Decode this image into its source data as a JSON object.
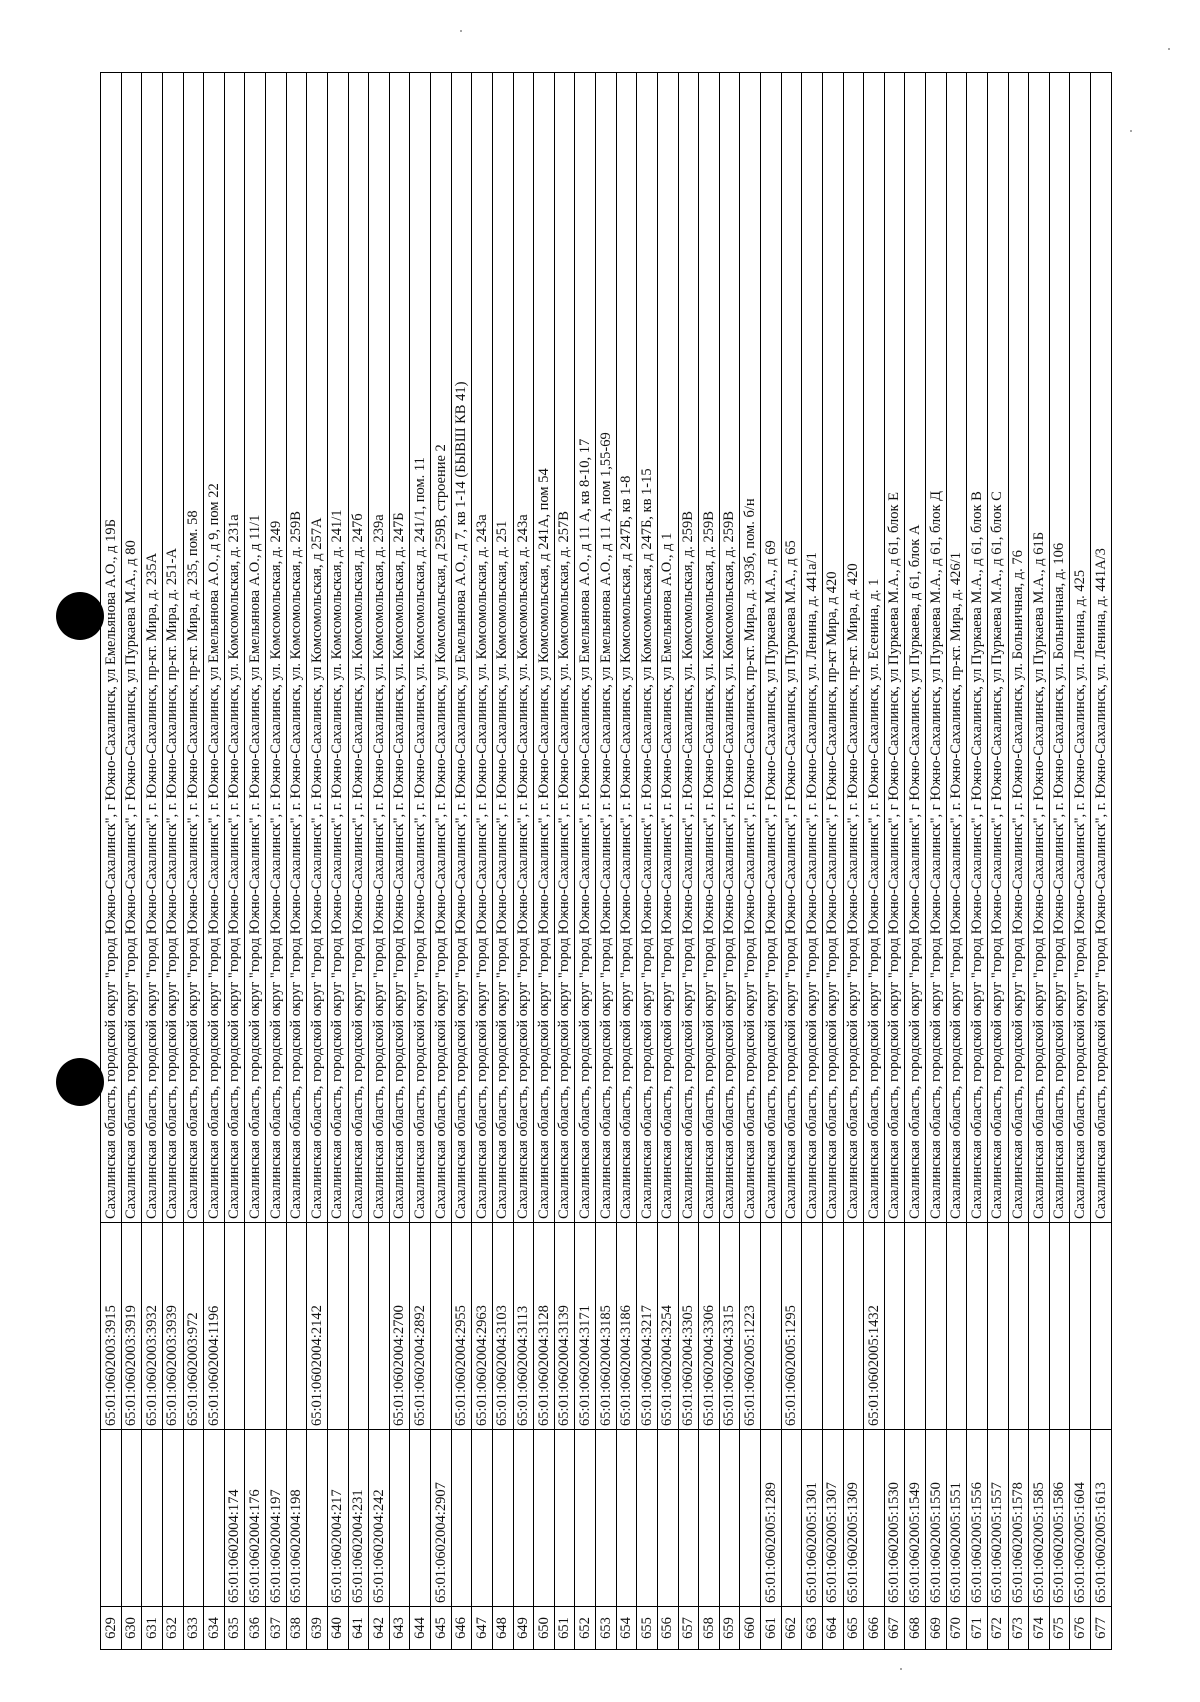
{
  "colors": {
    "ink": "#111111",
    "paper": "#ffffff",
    "hole": "#000000"
  },
  "rows": [
    {
      "num": "629",
      "code1": "",
      "code2": "65:01:0602003:3915",
      "address": "Сахалинская область, городской округ \"город Южно-Сахалинск\", г Южно-Сахалинск, ул Емельянова А.О., д 19Б"
    },
    {
      "num": "630",
      "code1": "",
      "code2": "65:01:0602003:3919",
      "address": "Сахалинская область, городской округ \"город Южно-Сахалинск\", г Южно-Сахалинск, ул Пуркаева М.А., д 80"
    },
    {
      "num": "631",
      "code1": "",
      "code2": "65:01:0602003:3932",
      "address": "Сахалинская область, городской округ \"город Южно-Сахалинск\", г. Южно-Сахалинск, пр-кт. Мира, д. 235А"
    },
    {
      "num": "632",
      "code1": "",
      "code2": "65:01:0602003:3939",
      "address": "Сахалинская область, городской округ \"город Южно-Сахалинск\", г. Южно-Сахалинск, пр-кт. Мира, д. 251-А"
    },
    {
      "num": "633",
      "code1": "",
      "code2": "65:01:0602003:972",
      "address": "Сахалинская область, городской округ \"город Южно-Сахалинск\", г. Южно-Сахалинск, пр-кт. Мира, д. 235, пом. 58"
    },
    {
      "num": "634",
      "code1": "",
      "code2": "65:01:0602004:1196",
      "address": "Сахалинская область, городской округ \"город Южно-Сахалинск\", г. Южно-Сахалинск, ул Емельянова А.О., д 9, пом 22"
    },
    {
      "num": "635",
      "code1": "65:01:0602004:174",
      "code2": "",
      "address": "Сахалинская область, городской округ \"город Южно-Сахалинск\", г. Южно-Сахалинск, ул. Комсомольская, д. 231а"
    },
    {
      "num": "636",
      "code1": "65:01:0602004:176",
      "code2": "",
      "address": "Сахалинская область, городской округ \"город Южно-Сахалинск\", г. Южно-Сахалинск, ул Емельянова А.О., д 11/1"
    },
    {
      "num": "637",
      "code1": "65:01:0602004:197",
      "code2": "",
      "address": "Сахалинская область, городской округ \"город Южно-Сахалинск\", г. Южно-Сахалинск, ул. Комсомольская, д. 249"
    },
    {
      "num": "638",
      "code1": "65:01:0602004:198",
      "code2": "",
      "address": "Сахалинская область, городской округ \"город Южно-Сахалинск\", г. Южно-Сахалинск, ул. Комсомольская, д. 259В"
    },
    {
      "num": "639",
      "code1": "",
      "code2": "65:01:0602004:2142",
      "address": "Сахалинская область, городской округ \"город Южно-Сахалинск\", г. Южно-Сахалинск, ул Комсомольская, д 257А"
    },
    {
      "num": "640",
      "code1": "65:01:0602004:217",
      "code2": "",
      "address": "Сахалинская область, городской округ \"город Южно-Сахалинск\", г. Южно-Сахалинск, ул. Комсомольская, д. 241/1"
    },
    {
      "num": "641",
      "code1": "65:01:0602004:231",
      "code2": "",
      "address": "Сахалинская область, городской округ \"город Южно-Сахалинск\", г. Южно-Сахалинск, ул. Комсомольская, д. 247б"
    },
    {
      "num": "642",
      "code1": "65:01:0602004:242",
      "code2": "",
      "address": "Сахалинская область, городской округ \"город Южно-Сахалинск\", г. Южно-Сахалинск, ул. Комсомольская, д. 239а"
    },
    {
      "num": "643",
      "code1": "",
      "code2": "65:01:0602004:2700",
      "address": "Сахалинская область, городской округ \"город Южно-Сахалинск\", г. Южно-Сахалинск, ул. Комсомольская, д. 247Б"
    },
    {
      "num": "644",
      "code1": "",
      "code2": "65:01:0602004:2892",
      "address": "Сахалинская область, городской округ \"город Южно-Сахалинск\", г. Южно-Сахалинск, ул. Комсомольская, д. 241/1, пом. 11"
    },
    {
      "num": "645",
      "code1": "65:01:0602004:2907",
      "code2": "",
      "address": "Сахалинская область, городской округ \"город Южно-Сахалинск\", г. Южно-Сахалинск, ул Комсомольская, д 259В, строение 2"
    },
    {
      "num": "646",
      "code1": "",
      "code2": "65:01:0602004:2955",
      "address": "Сахалинская область, городской округ \"город Южно-Сахалинск\", г. Южно-Сахалинск, ул Емельянова А.О., д 7, кв 1-14 (БЫВШ КВ 41)"
    },
    {
      "num": "647",
      "code1": "",
      "code2": "65:01:0602004:2963",
      "address": "Сахалинская область, городской округ \"город Южно-Сахалинск\", г. Южно-Сахалинск, ул. Комсомольская, д. 243а"
    },
    {
      "num": "648",
      "code1": "",
      "code2": "65:01:0602004:3103",
      "address": "Сахалинская область, городской округ \"город Южно-Сахалинск\", г. Южно-Сахалинск, ул. Комсомольская, д. 251"
    },
    {
      "num": "649",
      "code1": "",
      "code2": "65:01:0602004:3113",
      "address": "Сахалинская область, городской округ \"город Южно-Сахалинск\", г. Южно-Сахалинск, ул. Комсомольская, д. 243а"
    },
    {
      "num": "650",
      "code1": "",
      "code2": "65:01:0602004:3128",
      "address": "Сахалинская область, городской округ \"город Южно-Сахалинск\", г. Южно-Сахалинск, ул Комсомольская, д 241А, пом 54"
    },
    {
      "num": "651",
      "code1": "",
      "code2": "65:01:0602004:3139",
      "address": "Сахалинская область, городской округ \"город Южно-Сахалинск\", г. Южно-Сахалинск, ул. Комсомольская, д. 257В"
    },
    {
      "num": "652",
      "code1": "",
      "code2": "65:01:0602004:3171",
      "address": "Сахалинская область, городской округ \"город Южно-Сахалинск\", г. Южно-Сахалинск, ул Емельянова А.О., д 11 А, кв 8-10, 17"
    },
    {
      "num": "653",
      "code1": "",
      "code2": "65:01:0602004:3185",
      "address": "Сахалинская область, городской округ \"город Южно-Сахалинск\", г. Южно-Сахалинск, ул Емельянова А.О., д 11 А, пом 1,55-69"
    },
    {
      "num": "654",
      "code1": "",
      "code2": "65:01:0602004:3186",
      "address": "Сахалинская область, городской округ \"город Южно-Сахалинск\", г. Южно-Сахалинск, ул Комсомольская, д 247Б, кв 1-8"
    },
    {
      "num": "655",
      "code1": "",
      "code2": "65:01:0602004:3217",
      "address": "Сахалинская область, городской округ \"город Южно-Сахалинск\", г. Южно-Сахалинск, ул Комсомольская, д 247Б, кв 1-15"
    },
    {
      "num": "656",
      "code1": "",
      "code2": "65:01:0602004:3254",
      "address": "Сахалинская область, городской округ \"город Южно-Сахалинск\", г. Южно-Сахалинск, ул Емельянова А.О., д 1"
    },
    {
      "num": "657",
      "code1": "",
      "code2": "65:01:0602004:3305",
      "address": "Сахалинская область, городской округ \"город Южно-Сахалинск\", г. Южно-Сахалинск, ул. Комсомольская, д. 259В"
    },
    {
      "num": "658",
      "code1": "",
      "code2": "65:01:0602004:3306",
      "address": "Сахалинская область, городской округ \"город Южно-Сахалинск\", г. Южно-Сахалинск, ул. Комсомольская, д. 259В"
    },
    {
      "num": "659",
      "code1": "",
      "code2": "65:01:0602004:3315",
      "address": "Сахалинская область, городской округ \"город Южно-Сахалинск\", г. Южно-Сахалинск, ул. Комсомольская, д. 259В"
    },
    {
      "num": "660",
      "code1": "",
      "code2": "65:01:0602005:1223",
      "address": "Сахалинская область, городской округ \"город Южно-Сахалинск\", г. Южно-Сахалинск, пр-кт. Мира, д. 393б, пом. б/н"
    },
    {
      "num": "661",
      "code1": "65:01:0602005:1289",
      "code2": "",
      "address": "Сахалинская область, городской округ \"город Южно-Сахалинск\", г Южно-Сахалинск, ул Пуркаева М.А., д 69"
    },
    {
      "num": "662",
      "code1": "",
      "code2": "65:01:0602005:1295",
      "address": "Сахалинская область, городской округ \"город Южно-Сахалинск\", г Южно-Сахалинск, ул Пуркаева М.А., д 65"
    },
    {
      "num": "663",
      "code1": "65:01:0602005:1301",
      "code2": "",
      "address": "Сахалинская область, городской округ \"город Южно-Сахалинск\", г. Южно-Сахалинск, ул. Ленина, д. 441а/1"
    },
    {
      "num": "664",
      "code1": "65:01:0602005:1307",
      "code2": "",
      "address": "Сахалинская область, городской округ \"город Южно-Сахалинск\", г Южно-Сахалинск, пр-кт Мира, д 420"
    },
    {
      "num": "665",
      "code1": "65:01:0602005:1309",
      "code2": "",
      "address": "Сахалинская область, городской округ \"город Южно-Сахалинск\", г. Южно-Сахалинск, пр-кт. Мира, д. 420"
    },
    {
      "num": "666",
      "code1": "",
      "code2": "65:01:0602005:1432",
      "address": "Сахалинская область, городской округ \"город Южно-Сахалинск\", г. Южно-Сахалинск, ул. Есенина, д. 1"
    },
    {
      "num": "667",
      "code1": "65:01:0602005:1530",
      "code2": "",
      "address": "Сахалинская область, городской округ \"город Южно-Сахалинск\", г Южно-Сахалинск, ул Пуркаева М.А., д 61, блок Е"
    },
    {
      "num": "668",
      "code1": "65:01:0602005:1549",
      "code2": "",
      "address": "Сахалинская область, городской округ \"город Южно-Сахалинск\", г Южно-Сахалинск, ул Пуркаева, д 61, блок А"
    },
    {
      "num": "669",
      "code1": "65:01:0602005:1550",
      "code2": "",
      "address": "Сахалинская область, городской округ \"город Южно-Сахалинск\", г Южно-Сахалинск, ул Пуркаева М.А., д 61, блок Д"
    },
    {
      "num": "670",
      "code1": "65:01:0602005:1551",
      "code2": "",
      "address": "Сахалинская область, городской округ \"город Южно-Сахалинск\", г. Южно-Сахалинск, пр-кт. Мира, д. 426/1"
    },
    {
      "num": "671",
      "code1": "65:01:0602005:1556",
      "code2": "",
      "address": "Сахалинская область, городской округ \"город Южно-Сахалинск\", г Южно-Сахалинск, ул Пуркаева М.А., д 61, блок В"
    },
    {
      "num": "672",
      "code1": "65:01:0602005:1557",
      "code2": "",
      "address": "Сахалинская область, городской округ \"город Южно-Сахалинск\", г Южно-Сахалинск, ул Пуркаева М.А., д 61, блок С"
    },
    {
      "num": "673",
      "code1": "65:01:0602005:1578",
      "code2": "",
      "address": "Сахалинская область, городской округ \"город Южно-Сахалинск\", г. Южно-Сахалинск, ул. Больничная, д. 76"
    },
    {
      "num": "674",
      "code1": "65:01:0602005:1585",
      "code2": "",
      "address": "Сахалинская область, городской округ \"город Южно-Сахалинск\", г Южно-Сахалинск, ул Пуркаева М.А., д 61Б"
    },
    {
      "num": "675",
      "code1": "65:01:0602005:1586",
      "code2": "",
      "address": "Сахалинская область, городской округ \"город Южно-Сахалинск\", г. Южно-Сахалинск, ул. Больничная, д. 106"
    },
    {
      "num": "676",
      "code1": "65:01:0602005:1604",
      "code2": "",
      "address": "Сахалинская область, городской округ \"город Южно-Сахалинск\", г. Южно-Сахалинск, ул. Ленина, д. 425"
    },
    {
      "num": "677",
      "code1": "65:01:0602005:1613",
      "code2": "",
      "address": "Сахалинская область, городской округ \"город Южно-Сахалинск\", г. Южно-Сахалинск, ул. Ленина, д. 441А/3"
    }
  ]
}
